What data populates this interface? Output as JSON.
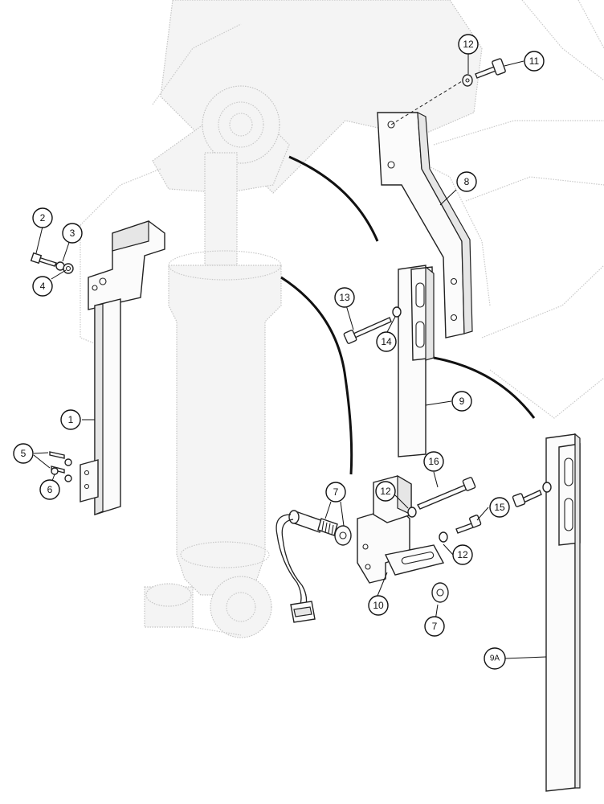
{
  "callouts": {
    "c1": "1",
    "c2": "2",
    "c3": "3",
    "c4": "4",
    "c5": "5",
    "c6": "6",
    "c7a": "7",
    "c7b": "7",
    "c8": "8",
    "c9": "9",
    "c9a": "9A",
    "c10": "10",
    "c11": "11",
    "c12a": "12",
    "c12b": "12",
    "c12c": "12",
    "c13": "13",
    "c14": "14",
    "c15": "15",
    "c16": "16"
  }
}
